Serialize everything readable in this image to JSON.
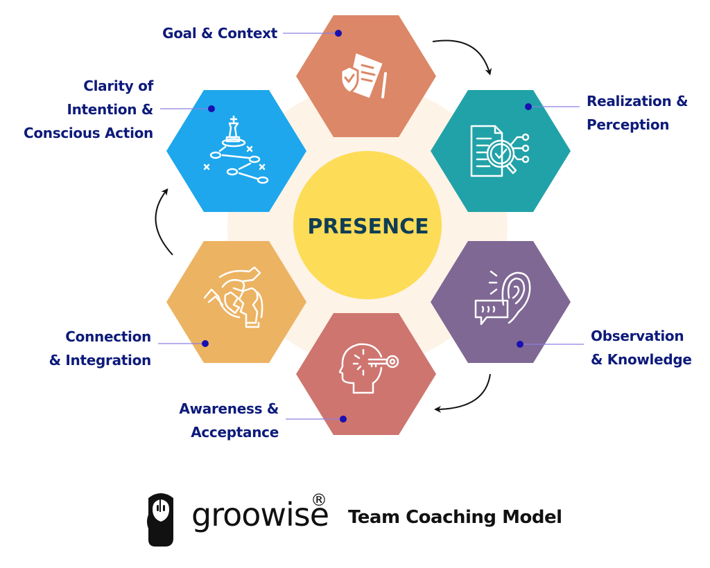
{
  "center": {
    "label": "PRESENCE"
  },
  "colors": {
    "background": "#ffffff",
    "ring": "#fdf3e7",
    "center_fill": "#fddc57",
    "center_text": "#0f3d55",
    "label_text": "#0d1a7a",
    "connector_line": "#8a7fe0",
    "connector_dot": "#1a0fb0",
    "arrows": "#111111"
  },
  "stages": [
    {
      "id": "goal",
      "lines": [
        "Goal & Context"
      ],
      "color": "#dc8767",
      "icon": "document-shield-checklist-icon"
    },
    {
      "id": "realization",
      "lines": [
        "Realization &",
        "Perception"
      ],
      "color": "#20a2a8",
      "icon": "document-magnifier-check-icon"
    },
    {
      "id": "observation",
      "lines": [
        "Observation",
        "& Knowledge"
      ],
      "color": "#7f6894",
      "icon": "ear-speech-bubble-icon"
    },
    {
      "id": "awareness",
      "lines": [
        "Awareness &",
        "Acceptance"
      ],
      "color": "#ce7570",
      "icon": "head-key-icon"
    },
    {
      "id": "connection",
      "lines": [
        "Connection",
        "& Integration"
      ],
      "color": "#ecb363",
      "icon": "hands-puzzle-icon"
    },
    {
      "id": "clarity",
      "lines": [
        "Clarity of",
        "Intention &",
        "Conscious Action"
      ],
      "color": "#1ea7ec",
      "icon": "chess-strategy-icon"
    }
  ],
  "footer": {
    "brand": "groowise",
    "registered_mark": "®",
    "title": "Team Coaching Model",
    "logo_icon": "groowise-face-logo-icon"
  }
}
